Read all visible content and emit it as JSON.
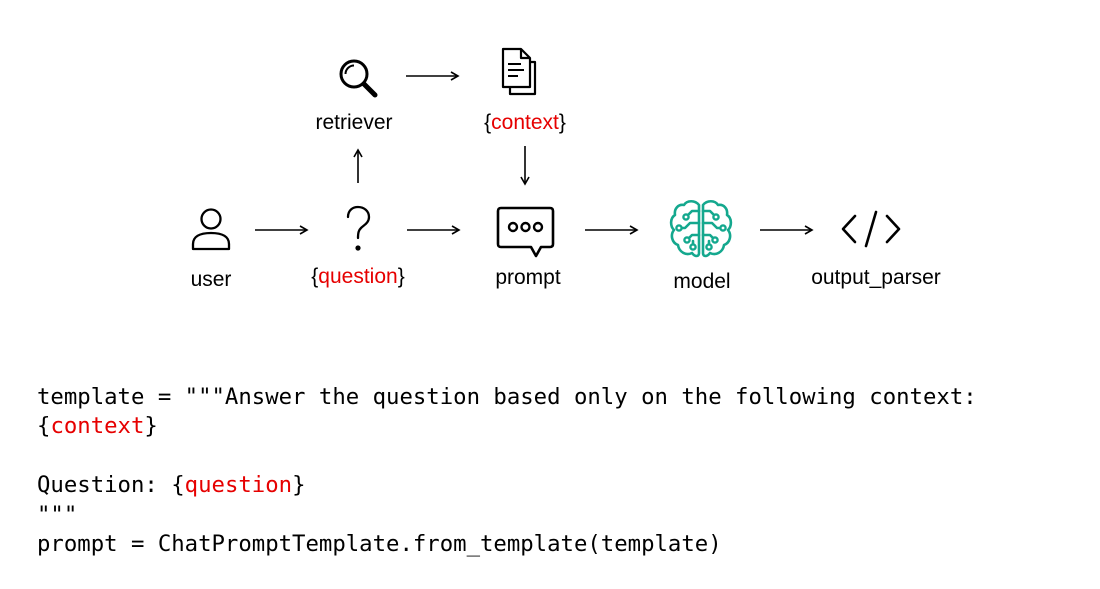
{
  "colors": {
    "text": "#000000",
    "highlight": "#e60000",
    "model_icon": "#14a88e"
  },
  "nodes": {
    "user": {
      "label": "user",
      "icon": "user-icon"
    },
    "question": {
      "open": "{",
      "label": "question",
      "close": "}",
      "icon": "question-mark-icon"
    },
    "retriever": {
      "label": "retriever",
      "icon": "search-icon"
    },
    "context": {
      "open": "{",
      "label": "context",
      "close": "}",
      "icon": "document-icon"
    },
    "prompt": {
      "label": "prompt",
      "icon": "chat-bubble-icon"
    },
    "model": {
      "label": "model",
      "icon": "brain-circuit-icon"
    },
    "output_parser": {
      "label": "output_parser",
      "icon": "code-brackets-icon"
    }
  },
  "code": {
    "line1": "template = \"\"\"Answer the question based only on the following context:",
    "line2_open": "{",
    "line2_var": "context",
    "line2_close": "}",
    "line4_prefix": "Question: {",
    "line4_var": "question",
    "line4_close": "}",
    "line5": "\"\"\"",
    "line6": "prompt = ChatPromptTemplate.from_template(template)"
  }
}
